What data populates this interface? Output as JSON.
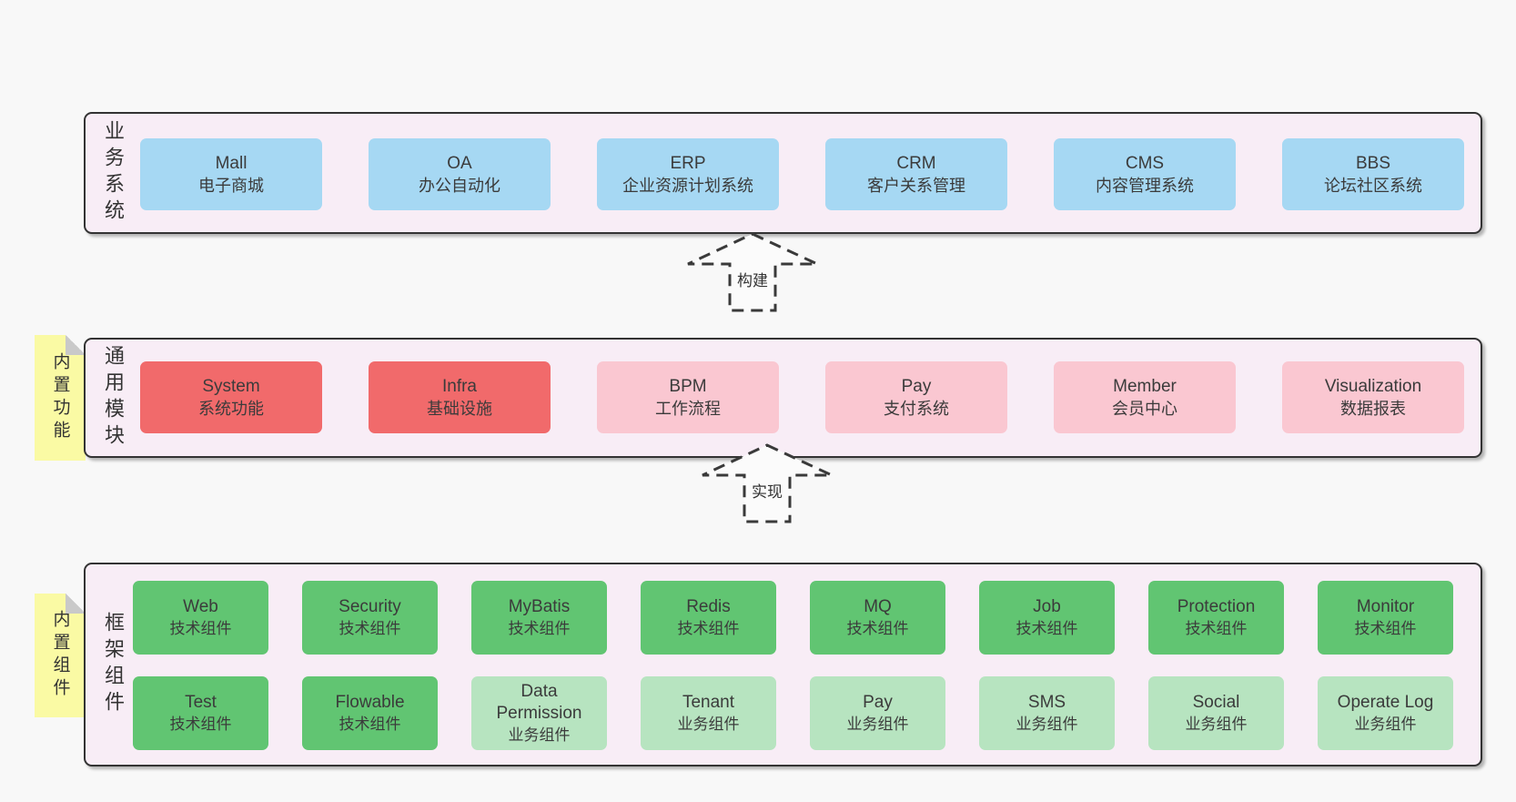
{
  "colors": {
    "background": "#f8f8f8",
    "layerFill": "#f8edf6",
    "layerBorder": "#333333",
    "blue": "#a6d8f3",
    "red": "#f16a6b",
    "pink": "#fac7d1",
    "green": "#61c572",
    "lightGreen": "#b7e4c0",
    "noteYellow": "#fafaa4",
    "noteFold": "#c9c9c9",
    "text": "#3b3b3b"
  },
  "arrows": [
    {
      "id": "build",
      "label": "构建"
    },
    {
      "id": "implement",
      "label": "实现"
    }
  ],
  "layers": [
    {
      "id": "business",
      "label": "业务系统",
      "boxes": [
        {
          "id": "mall",
          "name": "Mall",
          "desc": "电子商城",
          "variant": "blue"
        },
        {
          "id": "oa",
          "name": "OA",
          "desc": "办公自动化",
          "variant": "blue"
        },
        {
          "id": "erp",
          "name": "ERP",
          "desc": "企业资源计划系统",
          "variant": "blue"
        },
        {
          "id": "crm",
          "name": "CRM",
          "desc": "客户关系管理",
          "variant": "blue"
        },
        {
          "id": "cms",
          "name": "CMS",
          "desc": "内容管理系统",
          "variant": "blue"
        },
        {
          "id": "bbs",
          "name": "BBS",
          "desc": "论坛社区系统",
          "variant": "blue"
        }
      ]
    },
    {
      "id": "modules",
      "label": "通用模块",
      "note": "内置功能",
      "boxes": [
        {
          "id": "system",
          "name": "System",
          "desc": "系统功能",
          "variant": "red"
        },
        {
          "id": "infra",
          "name": "Infra",
          "desc": "基础设施",
          "variant": "red"
        },
        {
          "id": "bpm",
          "name": "BPM",
          "desc": "工作流程",
          "variant": "pink"
        },
        {
          "id": "pay-module",
          "name": "Pay",
          "desc": "支付系统",
          "variant": "pink"
        },
        {
          "id": "member",
          "name": "Member",
          "desc": "会员中心",
          "variant": "pink"
        },
        {
          "id": "visualization",
          "name": "Visualization",
          "desc": "数据报表",
          "variant": "pink"
        }
      ]
    },
    {
      "id": "components",
      "label": "框架组件",
      "note": "内置组件",
      "rows": [
        [
          {
            "id": "web",
            "name": "Web",
            "desc": "技术组件",
            "variant": "green"
          },
          {
            "id": "security",
            "name": "Security",
            "desc": "技术组件",
            "variant": "green"
          },
          {
            "id": "mybatis",
            "name": "MyBatis",
            "desc": "技术组件",
            "variant": "green"
          },
          {
            "id": "redis",
            "name": "Redis",
            "desc": "技术组件",
            "variant": "green"
          },
          {
            "id": "mq",
            "name": "MQ",
            "desc": "技术组件",
            "variant": "green"
          },
          {
            "id": "job",
            "name": "Job",
            "desc": "技术组件",
            "variant": "green"
          },
          {
            "id": "protection",
            "name": "Protection",
            "desc": "技术组件",
            "variant": "green"
          },
          {
            "id": "monitor",
            "name": "Monitor",
            "desc": "技术组件",
            "variant": "green"
          }
        ],
        [
          {
            "id": "test",
            "name": "Test",
            "desc": "技术组件",
            "variant": "green"
          },
          {
            "id": "flowable",
            "name": "Flowable",
            "desc": "技术组件",
            "variant": "green"
          },
          {
            "id": "data-permission",
            "name": "Data Permission",
            "desc": "业务组件",
            "variant": "lightGreen"
          },
          {
            "id": "tenant",
            "name": "Tenant",
            "desc": "业务组件",
            "variant": "lightGreen"
          },
          {
            "id": "pay-component",
            "name": "Pay",
            "desc": "业务组件",
            "variant": "lightGreen"
          },
          {
            "id": "sms",
            "name": "SMS",
            "desc": "业务组件",
            "variant": "lightGreen"
          },
          {
            "id": "social",
            "name": "Social",
            "desc": "业务组件",
            "variant": "lightGreen"
          },
          {
            "id": "operate-log",
            "name": "Operate Log",
            "desc": "业务组件",
            "variant": "lightGreen"
          }
        ]
      ]
    }
  ]
}
